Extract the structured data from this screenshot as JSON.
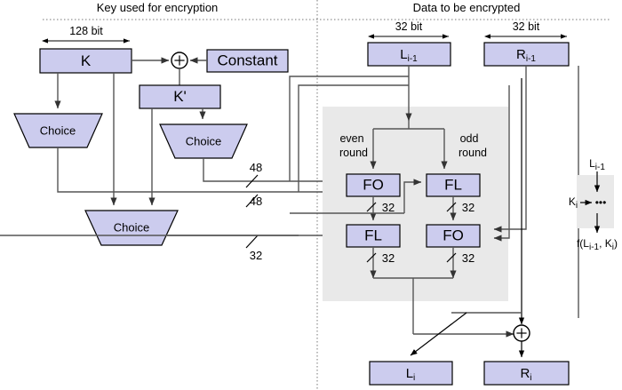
{
  "titles": {
    "left": "Key used for encryption",
    "right": "Data to be encrypted"
  },
  "dimensions": {
    "key_width": "128 bit",
    "left_half": "32 bit",
    "right_half": "32 bit"
  },
  "key_side": {
    "key_box": "K",
    "constant_box": "Constant",
    "kprime_box": "K'",
    "choice_1": "Choice",
    "choice_2": "Choice",
    "choice_3": "Choice",
    "bus_48_a": "48",
    "bus_48_b": "48",
    "bus_32": "32"
  },
  "data_side": {
    "input_left": "L",
    "input_left_sub": "i-1",
    "input_right": "R",
    "input_right_sub": "i-1",
    "output_left": "L",
    "output_left_sub": "i",
    "output_right": "R",
    "output_right_sub": "i",
    "even_round_line1": "even",
    "even_round_line2": "round",
    "odd_round_line1": "odd",
    "odd_round_line2": "round",
    "fn_even_top": "FO",
    "fn_even_bottom": "FL",
    "fn_odd_top": "FL",
    "fn_odd_bottom": "FO",
    "bus_even_top": "32",
    "bus_even_bottom": "32",
    "bus_odd_top": "32",
    "bus_odd_bottom": "32"
  },
  "legend": {
    "input_label": "L",
    "input_sub": "i-1",
    "key_label": "K",
    "key_sub": "i",
    "body_glyph": "•••",
    "output_label": "f(L",
    "output_sub1": "i-1",
    "output_mid": ", K",
    "output_sub2": "i",
    "output_end": ")"
  },
  "colors": {
    "box_fill": "#ccccee",
    "box_stroke": "#000000",
    "region_fill": "#e9e9e9",
    "wire": "#555555"
  }
}
